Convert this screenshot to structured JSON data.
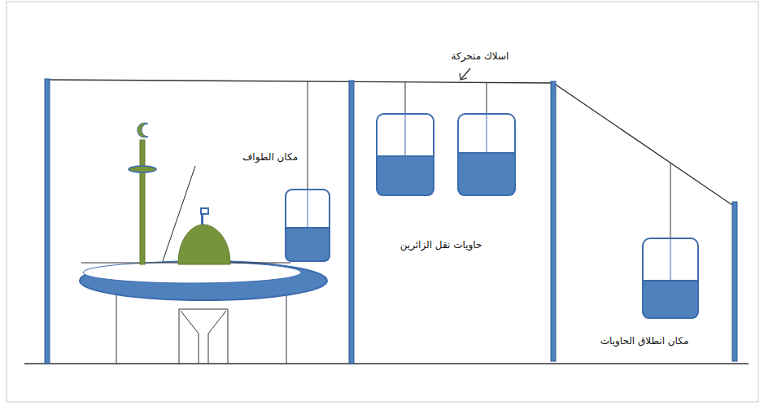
{
  "diagram": {
    "labels": [
      "اسلاك متحركة",
      "مكان الطواف",
      "حاويات نقل الزائرين",
      "مكان انطلاق الحاويات"
    ]
  }
}
